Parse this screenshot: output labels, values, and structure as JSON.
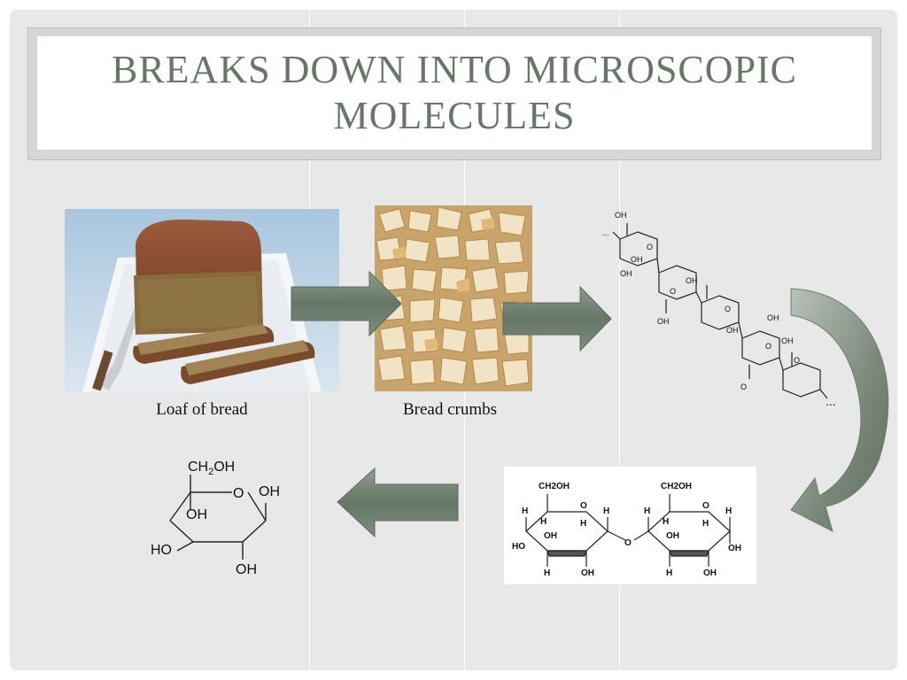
{
  "slide": {
    "title": "Breaks down into microscopic molecules",
    "captions": {
      "loaf": "Loaf of bread",
      "crumbs": "Bread crumbs"
    }
  },
  "glucose": {
    "ch2oh": "CH",
    "ch2oh_sub": "2",
    "ch2oh_tail": "OH",
    "oh_right": "OH",
    "oh_mid": "OH",
    "ho_left": "HO",
    "oh_bottom": "OH",
    "ring_o": "O"
  },
  "disaccharide": {
    "ch2oh": "CH2OH",
    "h": "H",
    "oh": "OH",
    "ho": "HO",
    "o": "O"
  },
  "polysaccharide": {
    "oh": "OH",
    "o": "O",
    "ellipsis": "..."
  },
  "colors": {
    "arrow_fill": "#667766",
    "arrow_highlight": "#9aa89a",
    "title_text": "#667766",
    "slide_bg": "#e8e8e8"
  }
}
